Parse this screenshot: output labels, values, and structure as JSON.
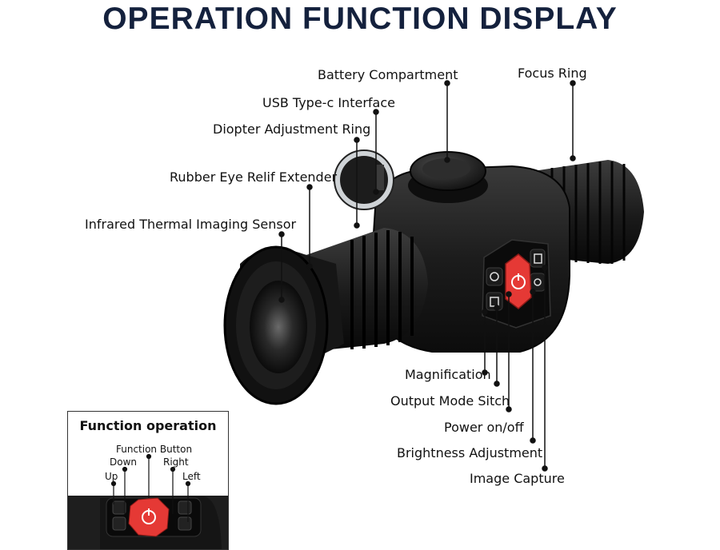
{
  "title": "OPERATION FUNCTION DISPLAY",
  "labels": {
    "battery": "Battery Compartment",
    "focus_ring": "Focus Ring",
    "usb": "USB Type-c Interface",
    "diopter": "Diopter Adjustment Ring",
    "eye_relief": "Rubber Eye Relif Extender",
    "sensor": "Infrared Thermal Imaging Sensor",
    "magnification": "Magnification",
    "output_mode": "Output Mode Sitch",
    "power": "Power on/off",
    "brightness": "Brightness Adjustment",
    "capture": "Image Capture"
  },
  "inset": {
    "title": "Function operation",
    "function_button": "Function Button",
    "down": "Down",
    "right": "Right",
    "up": "Up",
    "left": "Left"
  },
  "colors": {
    "title": "#14213d",
    "power_button": "#e53935",
    "body": "#1c1c1c"
  }
}
